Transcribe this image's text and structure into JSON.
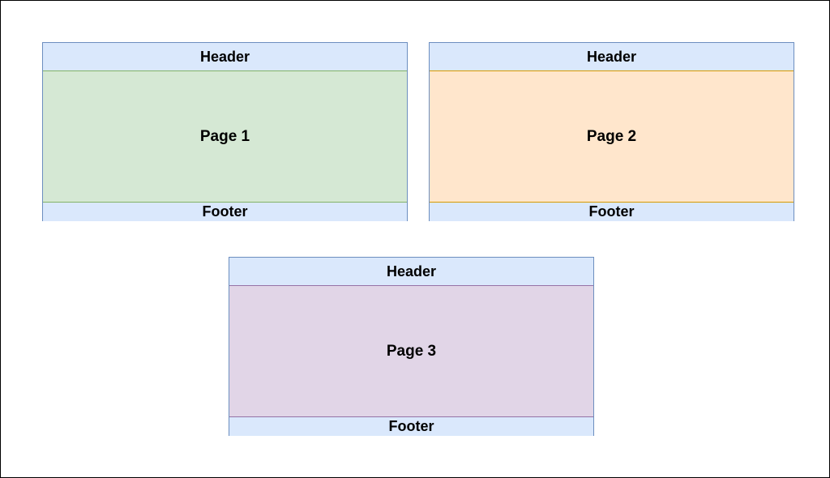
{
  "cards": [
    {
      "header": "Header",
      "page": "Page 1",
      "footer": "Footer",
      "page_color": "#d5e8d4"
    },
    {
      "header": "Header",
      "page": "Page 2",
      "footer": "Footer",
      "page_color": "#ffe6cc"
    },
    {
      "header": "Header",
      "page": "Page 3",
      "footer": "Footer",
      "page_color": "#e1d5e7"
    }
  ],
  "colors": {
    "header_footer": "#dae8fc",
    "header_footer_border": "#6c8ebf"
  }
}
